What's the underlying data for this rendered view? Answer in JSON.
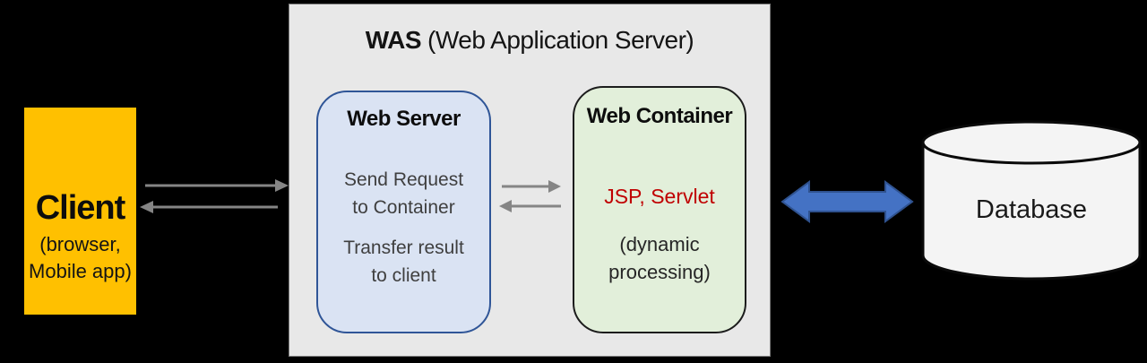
{
  "colors": {
    "background": "#000000",
    "client_bg": "#FFC000",
    "was_bg": "#E8E8E8",
    "was_border": "#7A7A7A",
    "webserver_bg": "#DAE3F3",
    "webserver_border": "#2F5597",
    "webcontainer_bg": "#E2EFDA",
    "webcontainer_border": "#1C1C1C",
    "db_bg": "#F4F4F4",
    "db_border": "#0A0A0A",
    "arrow_gray": "#858585",
    "arrow_blue": "#4472C4",
    "arrow_blue_dark": "#2F528F",
    "text_dark": "#3F3F3F",
    "text_red": "#C00000"
  },
  "client": {
    "title": "Client",
    "subtitle_lines": [
      "(browser,",
      "Mobile app)"
    ]
  },
  "was": {
    "title_bold": "WAS",
    "title_rest": "(Web Application Server)"
  },
  "web_server": {
    "title": "Web Server",
    "paragraph1_lines": [
      "Send Request",
      "to Container"
    ],
    "paragraph2_lines": [
      "Transfer result",
      "to client"
    ]
  },
  "web_container": {
    "title": "Web Container",
    "tech_label": "JSP, Servlet",
    "note_lines": [
      "(dynamic",
      "processing)"
    ]
  },
  "database": {
    "label": "Database"
  }
}
